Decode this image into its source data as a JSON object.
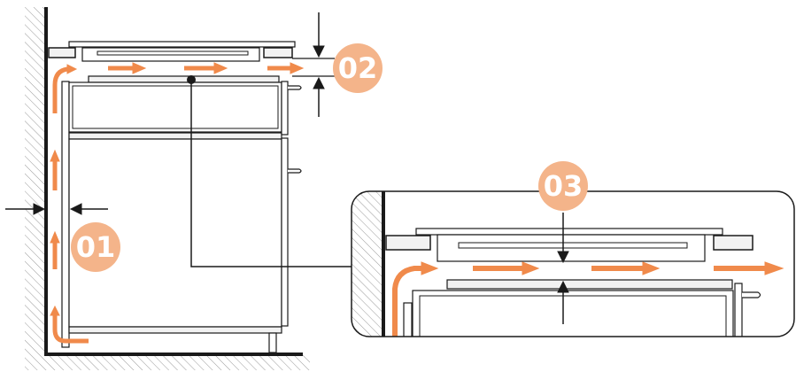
{
  "badges": {
    "gap_top": "02",
    "gap_wall": "01",
    "detail": "03"
  },
  "colors": {
    "badge": "#f4b48a",
    "airflow_arrow": "#f08a4b",
    "line": "#1a1a1a",
    "cabinet_fill": "#f2f2f2",
    "hatch": "#9a9a9a"
  },
  "icons": {
    "airflow": "orange-arrow-icon",
    "dimension": "black-arrow-icon"
  }
}
